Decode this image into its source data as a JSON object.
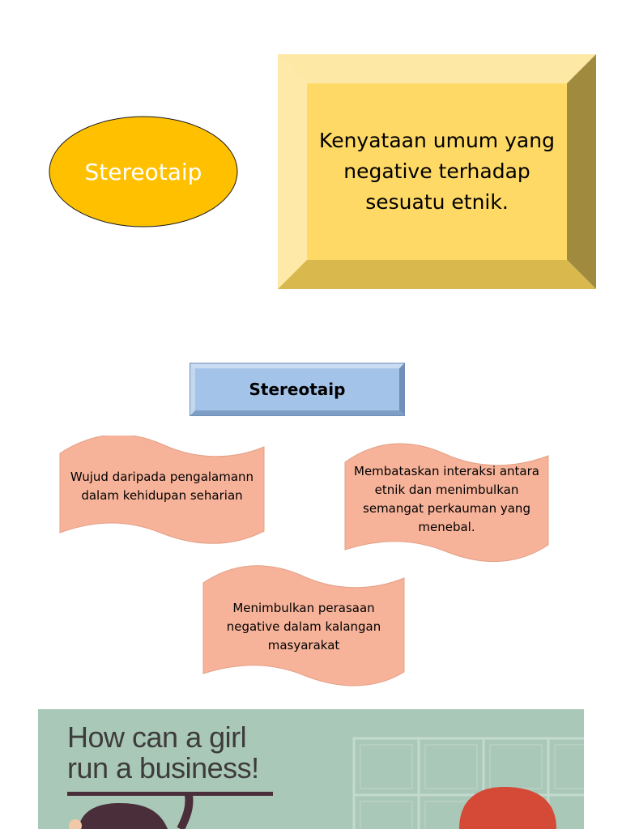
{
  "oval": {
    "label": "Stereotaip",
    "fill": "#ffc000"
  },
  "definition_box": {
    "lines": [
      "Kenyataan umum yang",
      "negative terhadap",
      "sesuatu etnik."
    ],
    "fill": "#fed966"
  },
  "header_box": {
    "label": "Stereotaip",
    "fill": "#a4c3e8"
  },
  "waves": [
    {
      "text": "Wujud daripada pengalamann dalam kehidupan seharian"
    },
    {
      "text": "Membataskan interaksi antara etnik dan menimbulkan semangat perkauman yang menebal."
    },
    {
      "text": "Menimbulkan perasaan negative dalam kalangan masyarakat"
    }
  ],
  "wave_fill": "#f7b39a",
  "bottom_image": {
    "headline_line1": "How can a girl",
    "headline_line2": "run a business!",
    "background": "#a9c8b8"
  }
}
